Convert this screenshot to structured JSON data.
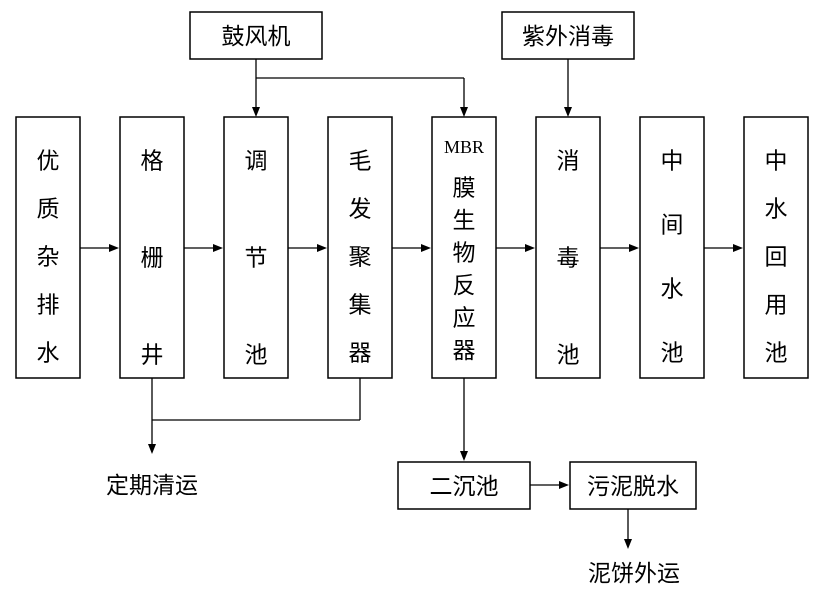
{
  "stages": [
    {
      "id": "youzhi",
      "label": "优质杂排水"
    },
    {
      "id": "gezha",
      "label": "格栅井"
    },
    {
      "id": "tiaojie",
      "label": "调节池"
    },
    {
      "id": "maofa",
      "label": "毛发聚集器"
    },
    {
      "id": "mbr",
      "label_latin": "MBR",
      "label": "膜生物反应器"
    },
    {
      "id": "xiaodu",
      "label": "消毒池"
    },
    {
      "id": "zhongjian",
      "label": "中间水池"
    },
    {
      "id": "zhongshui",
      "label": "中水回用池"
    }
  ],
  "top_boxes": {
    "blower": "鼓风机",
    "uv": "紫外消毒"
  },
  "bottom_boxes": {
    "secondary_clarifier": "二沉池",
    "sludge_dewatering": "污泥脱水"
  },
  "text_labels": {
    "periodic_removal": "定期清运",
    "cake_removal": "泥饼外运"
  }
}
